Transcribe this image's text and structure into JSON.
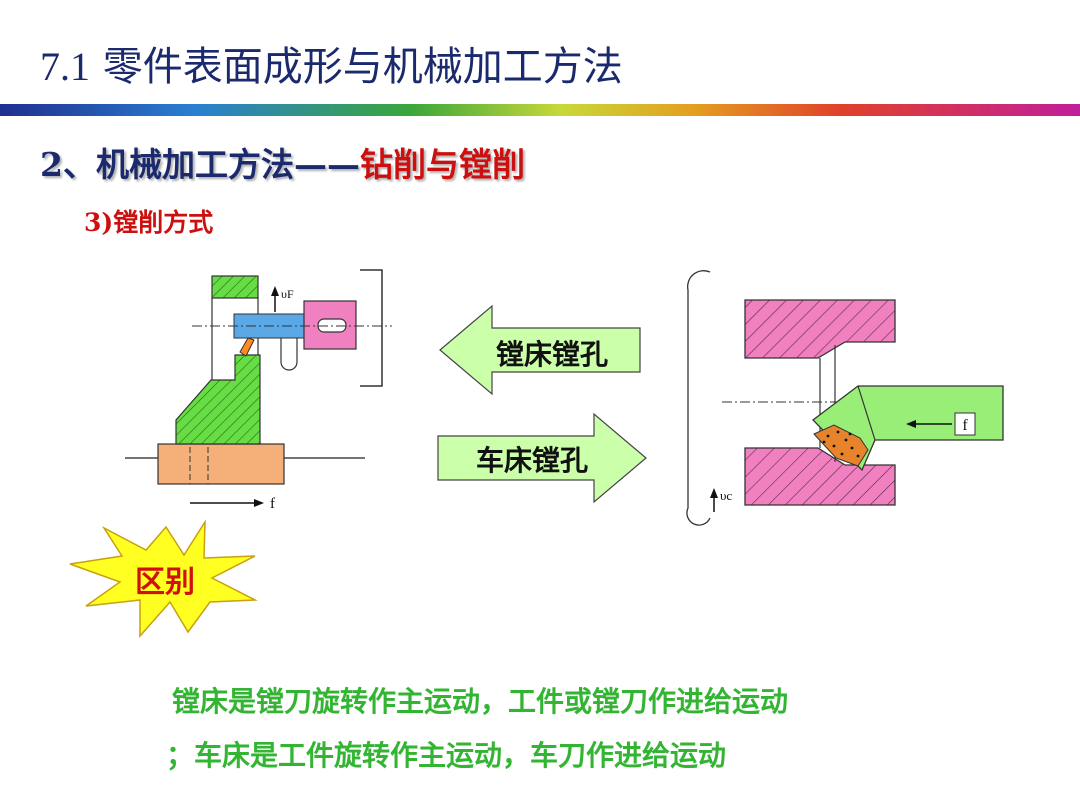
{
  "title": {
    "num": "7.1",
    "text": "零件表面成形与机械加工方法"
  },
  "subtitle": {
    "part1": "2、机械加工方法——",
    "part2": "钻削与镗削"
  },
  "subheading": "3)镗削方式",
  "diagram": {
    "left_labels": {
      "feed_up": "υF",
      "feed": "f"
    },
    "arrow_left_label": "镗床镗孔",
    "arrow_right_label": "车床镗孔",
    "right_labels": {
      "feed": "f",
      "cut": "υc"
    },
    "burst_label": "区别"
  },
  "bottom": {
    "line1": "镗床是镗刀旋转作主运动，工件或镗刀作进给运动",
    "line2": "；车床是工件旋转作主运动，车刀作进给运动"
  },
  "colors": {
    "hatch_green": "#66dd44",
    "pink": "#f080c0",
    "tool_blue": "#5aa8e6",
    "base_orange": "#f5b07a",
    "arrow_fill": "#ccffaa",
    "star_fill": "#ffff22"
  }
}
